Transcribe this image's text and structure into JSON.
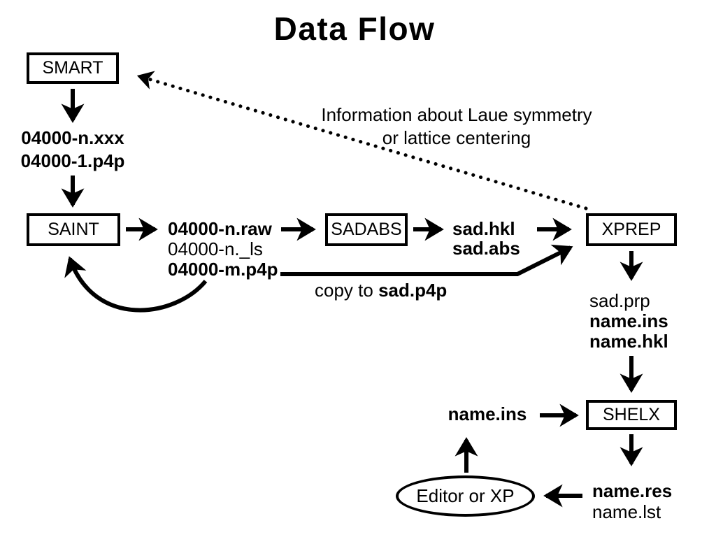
{
  "title": "Data Flow",
  "colors": {
    "ink": "#000000",
    "background": "#ffffff"
  },
  "nodes": {
    "smart": {
      "label": "SMART"
    },
    "saint": {
      "label": "SAINT"
    },
    "sadabs": {
      "label": "SADABS"
    },
    "xprep": {
      "label": "XPREP"
    },
    "shelx": {
      "label": "SHELX"
    },
    "editor": {
      "label": "Editor or XP"
    }
  },
  "files": {
    "smart_out": [
      "04000-n.xxx",
      "04000-1.p4p"
    ],
    "saint_out": [
      "04000-n.raw",
      "04000-n._ls",
      "04000-m.p4p"
    ],
    "sadabs_out": [
      "sad.hkl",
      "sad.abs"
    ],
    "xprep_out": [
      "sad.prp",
      "name.ins",
      "name.hkl"
    ],
    "shelx_in": "name.ins",
    "shelx_out": [
      "name.res",
      "name.lst"
    ]
  },
  "notes": {
    "laue_line1": "Information about Laue symmetry",
    "laue_line2": "or lattice centering",
    "copy_prefix": "copy to ",
    "copy_filename": "sad.p4p"
  }
}
